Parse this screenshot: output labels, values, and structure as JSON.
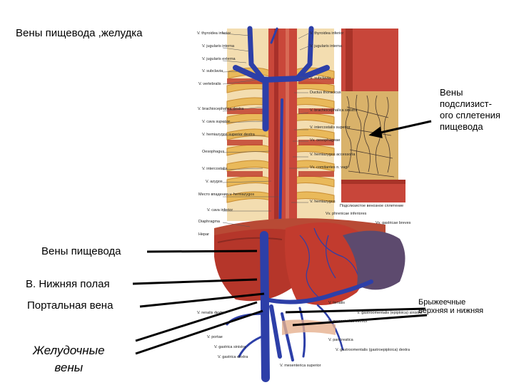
{
  "title": "Вены пищевода ,желудка",
  "labels": {
    "submucosal_lines": [
      "Вены",
      "подслизист-",
      "ого сплетения",
      "пищевода"
    ],
    "esophageal_veins": "Вены пищевода",
    "inferior_vena_cava": "В. Нижняя полая",
    "portal_vein": "Портальная вена",
    "gastric_veins_lines": [
      "Желудочные",
      "вены"
    ],
    "mesenteric_lines": [
      "Брыжеечные",
      "верхняя и нижняя"
    ]
  },
  "plate_left_labels": [
    "V. thyroidea inferior",
    "V. jugularis interna",
    "V. jugularis externa",
    "V. subclavia",
    "V. vertebralis",
    "V. brachiocephalica dextra",
    "V. cava superior",
    "V. hemiazygos superior dextra",
    "Oesophagus",
    "V. intercostalis",
    "V. azygos",
    "Место впадения v. hemiazygos",
    "V. cava inferior",
    "Diaphragma",
    "Hepar"
  ],
  "plate_right_labels": [
    "V. thyroidea inferior",
    "V. jugularis interna",
    "V. subclavia",
    "Ductus thoracicus",
    "V. brachiocephalica sinistra",
    "V. intercostalis superior",
    "Vv. oesophageae",
    "V. hemiazygos accessoria",
    "Vv. comitantes n. vagi",
    "V. hemiazygos",
    "Подслизистое венозное сплетение",
    "Vv. phrenicae inferiores",
    "Vv. gastricae breves"
  ],
  "plate_bottom_labels": [
    "V. lienalis",
    "V. gastroomentalis (epiploica) sinistra",
    "V. mesenterica inferior",
    "V. pancreatica",
    "V. gastroomentalis (gastroepiploica) dextra",
    "V. mesenterica superior",
    "V. gastrica sinistra",
    "V. gastrica dextra",
    "V. portae",
    "V. renalis dextra"
  ],
  "colors": {
    "vein": "#2d3fa8",
    "muscle": "#b5362a",
    "rib": "#e9b95a",
    "spleen": "#5d4a6e",
    "arrow": "#000000"
  }
}
